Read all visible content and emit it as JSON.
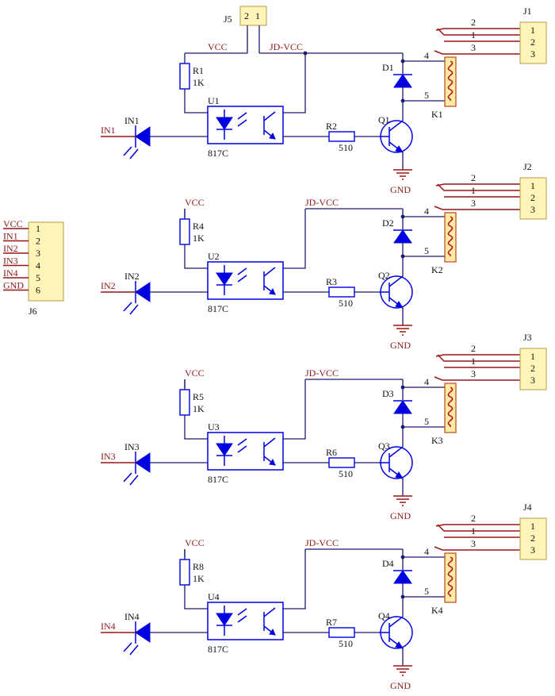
{
  "j5": {
    "ref": "J5",
    "pin2": "2",
    "pin1": "1"
  },
  "j6": {
    "ref": "J6",
    "pins": [
      "1",
      "2",
      "3",
      "4",
      "5",
      "6"
    ],
    "nets": [
      "VCC",
      "IN1",
      "IN2",
      "IN3",
      "IN4",
      "GND"
    ]
  },
  "channels": [
    {
      "in_net": "IN1",
      "led": "IN1",
      "vcc": "VCC",
      "jdvcc": "JD-VCC",
      "r_top": "R1",
      "r_top_val": "1K",
      "opto": "U1",
      "opto_val": "817C",
      "r_base": "R2",
      "r_base_val": "510",
      "diode": "D1",
      "transistor": "Q1",
      "gnd": "GND",
      "relay": "K1",
      "coil_pins": [
        "4",
        "5"
      ],
      "contacts": [
        "2",
        "1",
        "3"
      ],
      "conn": "J1",
      "conn_pins": [
        "1",
        "2",
        "3"
      ]
    },
    {
      "in_net": "IN2",
      "led": "IN2",
      "vcc": "VCC",
      "jdvcc": "JD-VCC",
      "r_top": "R4",
      "r_top_val": "1K",
      "opto": "U2",
      "opto_val": "817C",
      "r_base": "R3",
      "r_base_val": "510",
      "diode": "D2",
      "transistor": "Q2",
      "gnd": "GND",
      "relay": "K2",
      "coil_pins": [
        "4",
        "5"
      ],
      "contacts": [
        "2",
        "1",
        "3"
      ],
      "conn": "J2",
      "conn_pins": [
        "1",
        "2",
        "3"
      ]
    },
    {
      "in_net": "IN3",
      "led": "IN3",
      "vcc": "VCC",
      "jdvcc": "JD-VCC",
      "r_top": "R5",
      "r_top_val": "1K",
      "opto": "U3",
      "opto_val": "817C",
      "r_base": "R6",
      "r_base_val": "510",
      "diode": "D3",
      "transistor": "Q3",
      "gnd": "GND",
      "relay": "K3",
      "coil_pins": [
        "4",
        "5"
      ],
      "contacts": [
        "2",
        "1",
        "3"
      ],
      "conn": "J3",
      "conn_pins": [
        "1",
        "2",
        "3"
      ]
    },
    {
      "in_net": "IN4",
      "led": "IN4",
      "vcc": "VCC",
      "jdvcc": "JD-VCC",
      "r_top": "R8",
      "r_top_val": "1K",
      "opto": "U4",
      "opto_val": "817C",
      "r_base": "R7",
      "r_base_val": "510",
      "diode": "D4",
      "transistor": "Q4",
      "gnd": "GND",
      "relay": "K4",
      "coil_pins": [
        "4",
        "5"
      ],
      "contacts": [
        "2",
        "1",
        "3"
      ],
      "conn": "J4",
      "conn_pins": [
        "1",
        "2",
        "3"
      ]
    }
  ]
}
